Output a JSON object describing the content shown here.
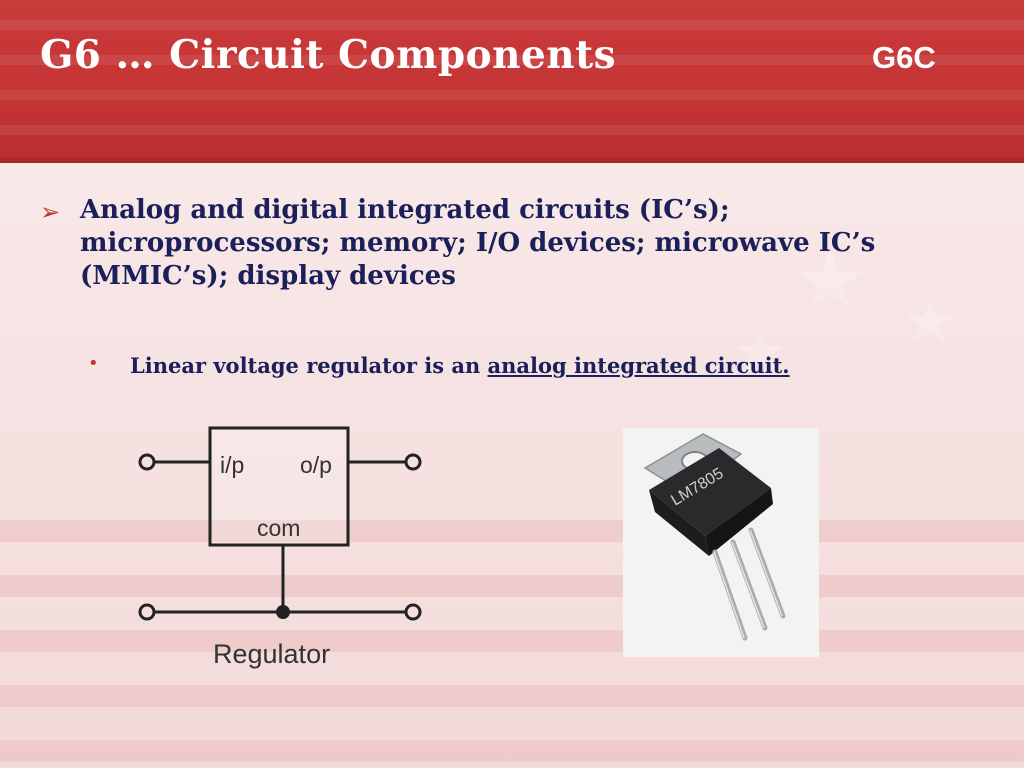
{
  "slide": {
    "title": "G6 … Circuit Components",
    "code": "G6C"
  },
  "bullets": {
    "main_text": "Analog and digital integrated circuits (IC’s); microprocessors; memory; I/O devices; microwave IC’s (MMIC’s); display devices",
    "sub_text_plain": "Linear voltage regulator is an ",
    "sub_text_link": "analog integrated circuit."
  },
  "diagram": {
    "input_label": "i/p",
    "output_label": "o/p",
    "common_label": "com",
    "caption": "Regulator"
  },
  "photo": {
    "part_marking": "LM7805"
  },
  "colors": {
    "header_red": "#c63434",
    "text_navy": "#1b1f5a",
    "bullet_red": "#c0392b"
  }
}
